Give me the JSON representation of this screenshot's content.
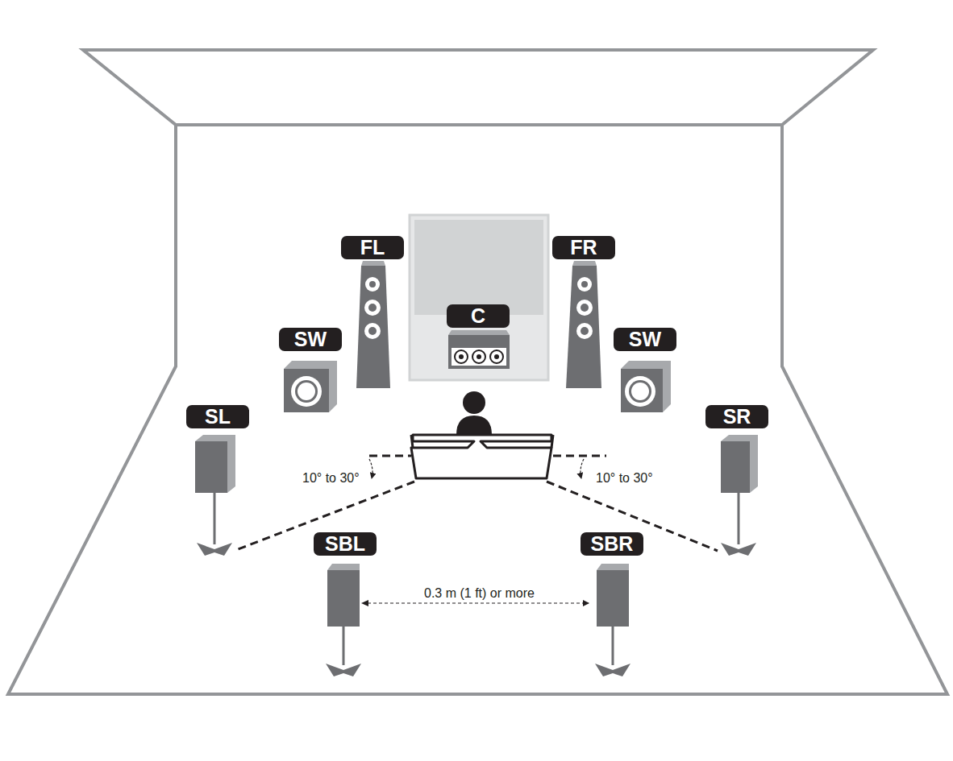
{
  "diagram": {
    "nodes": [
      {
        "text": [
          "FL"
        ]
      },
      {
        "text": [
          "FR"
        ]
      },
      {
        "text": [
          "C"
        ]
      },
      {
        "text": [
          "SW"
        ]
      },
      {
        "text": [
          "SW"
        ]
      },
      {
        "text": [
          "SL"
        ]
      },
      {
        "text": [
          "SR"
        ]
      },
      {
        "text": [
          "SBL"
        ]
      },
      {
        "text": [
          "SBR"
        ]
      }
    ],
    "labels": [
      "10° to 30°",
      "10° to 30°",
      "0.3 m (1 ft) or more"
    ]
  }
}
